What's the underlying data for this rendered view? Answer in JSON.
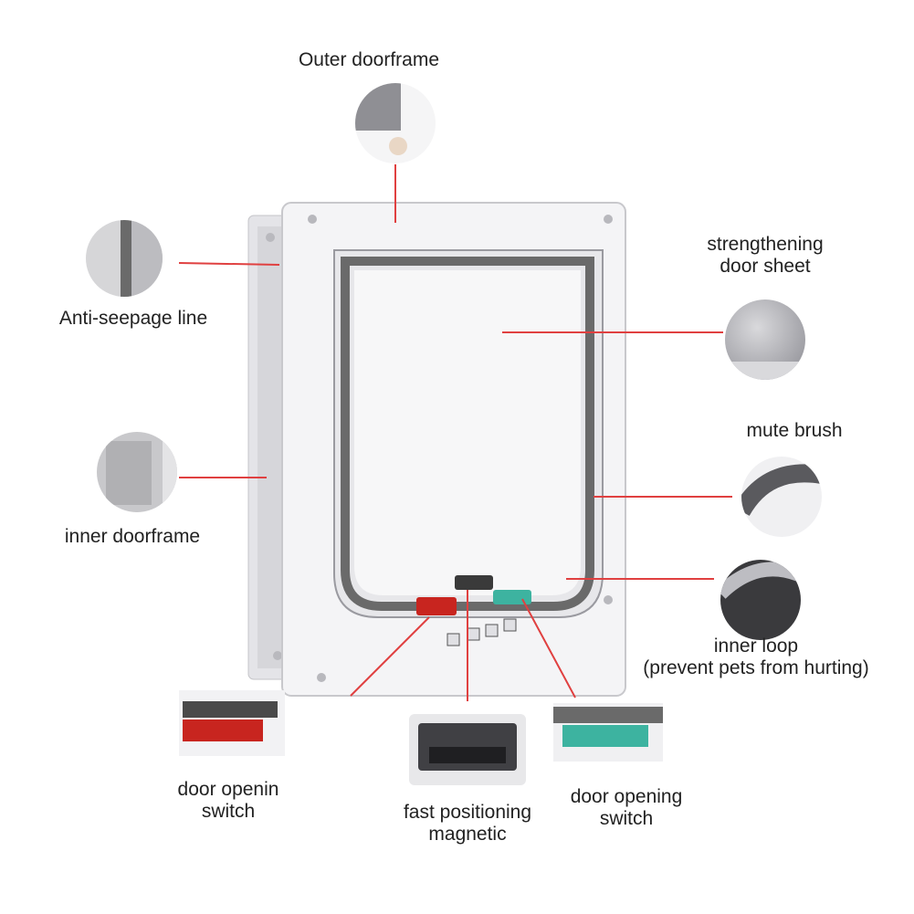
{
  "labels": {
    "outer_doorframe": "Outer doorframe",
    "anti_seepage_line": "Anti-seepage line",
    "inner_doorframe": "inner doorframe",
    "strengthening_door_sheet": [
      "strengthening",
      "door sheet"
    ],
    "mute_brush": "mute brush",
    "inner_loop": [
      "inner loop",
      "(prevent pets from hurting)"
    ],
    "door_openin_switch": [
      "door openin",
      "switch"
    ],
    "fast_positioning_magnetic": [
      "fast positioning",
      "magnetic"
    ],
    "door_opening_switch": [
      "door opening",
      "switch"
    ]
  },
  "colors": {
    "leader_line": "#e04040",
    "frame": "#f2f2f4",
    "brush": "#6a6a6a",
    "switch_red": "#c8251f",
    "switch_teal": "#3db3a0"
  }
}
